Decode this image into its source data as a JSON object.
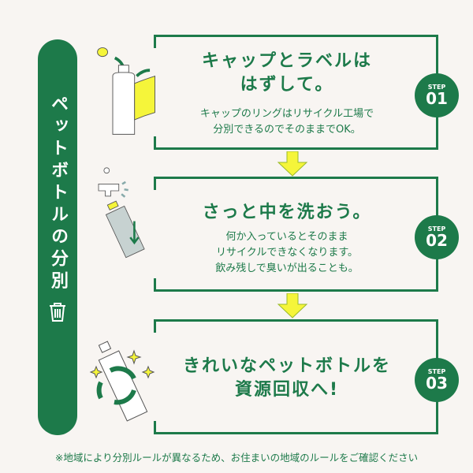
{
  "sidebar": {
    "title": "ペットボトルの分別"
  },
  "steps": [
    {
      "step_label": "STEP",
      "number": "01",
      "title_line1": "キャップとラベルは",
      "title_line2": "はずして。",
      "desc_line1": "キャップのリングはリサイクル工場で",
      "desc_line2": "分別できるのでそのままでOK。"
    },
    {
      "step_label": "STEP",
      "number": "02",
      "title_line1": "さっと中を洗おう。",
      "desc_line1": "何か入っているとそのまま",
      "desc_line2": "リサイクルできなくなります。",
      "desc_line3": "飲み残しで臭いが出ることも。"
    },
    {
      "step_label": "STEP",
      "number": "03",
      "title_line1": "きれいなペットボトルを",
      "title_line2": "資源回収へ!"
    }
  ],
  "footer": {
    "note": "※地域により分別ルールが異なるため、お住まいの地域のルールをご確認ください"
  },
  "colors": {
    "green": "#1d7a4a",
    "yellow": "#f5f53a",
    "background": "#f8f5f2"
  }
}
